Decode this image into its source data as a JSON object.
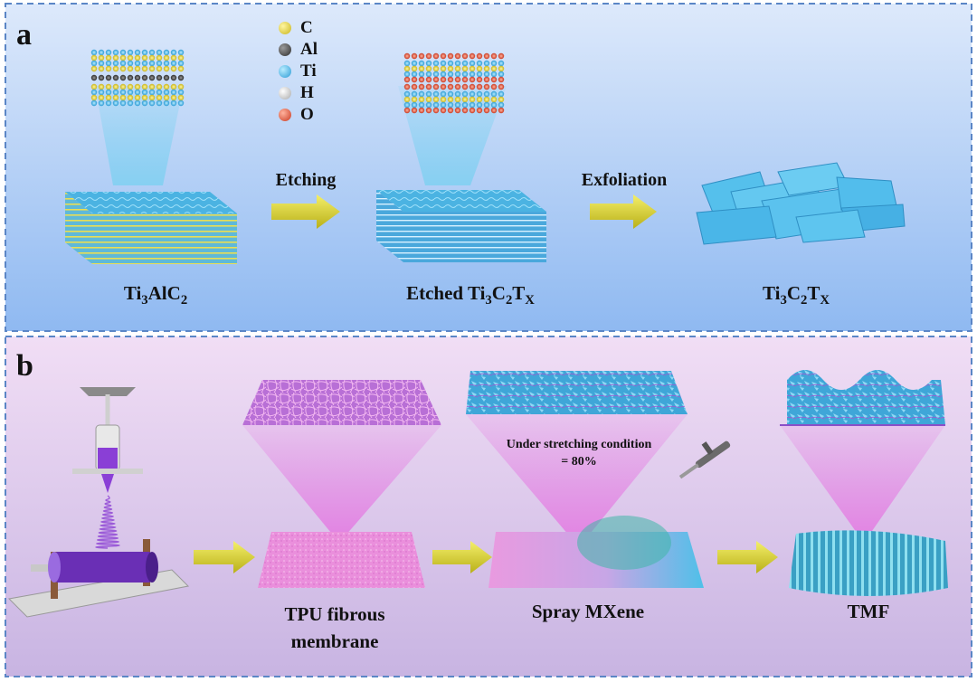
{
  "panel_a": {
    "letter": "a",
    "legend": [
      {
        "label": "C",
        "color": "#e9d93c"
      },
      {
        "label": "Al",
        "color": "#555555"
      },
      {
        "label": "Ti",
        "color": "#49b7e6"
      },
      {
        "label": "H",
        "color": "#cfcfcf"
      },
      {
        "label": "O",
        "color": "#e0553a"
      }
    ],
    "arrows": [
      {
        "label": "Etching"
      },
      {
        "label": "Exfoliation"
      }
    ],
    "captions": [
      {
        "main": "Ti",
        "s1": "3",
        "mid": "AlC",
        "s2": "2"
      },
      {
        "pre": "Etched Ti",
        "s1": "3",
        "mid": "C",
        "s2": "2",
        "mid2": "T",
        "s3": "X"
      },
      {
        "pre": "Ti",
        "s1": "3",
        "mid": "C",
        "s2": "2",
        "mid2": "T",
        "s3": "X"
      }
    ]
  },
  "panel_b": {
    "letter": "b",
    "captions": {
      "tpu_line1": "TPU fibrous",
      "tpu_line2": "membrane",
      "spray": "Spray MXene",
      "tmf": "TMF"
    },
    "note_line1": "Under stretching condition",
    "note_line2": "= 80%"
  },
  "colors": {
    "panel_a_bg_top": "#dce9fb",
    "panel_a_bg_bottom": "#8fbaf2",
    "panel_b_bg_top": "#f0dcf4",
    "panel_b_bg_bottom": "#c9b6e3",
    "border": "#5b86c6",
    "arrow": "#e8e23a",
    "mxene": "#49b7e6",
    "tpu": "#e27ad6",
    "beam": "#e26ae0"
  }
}
